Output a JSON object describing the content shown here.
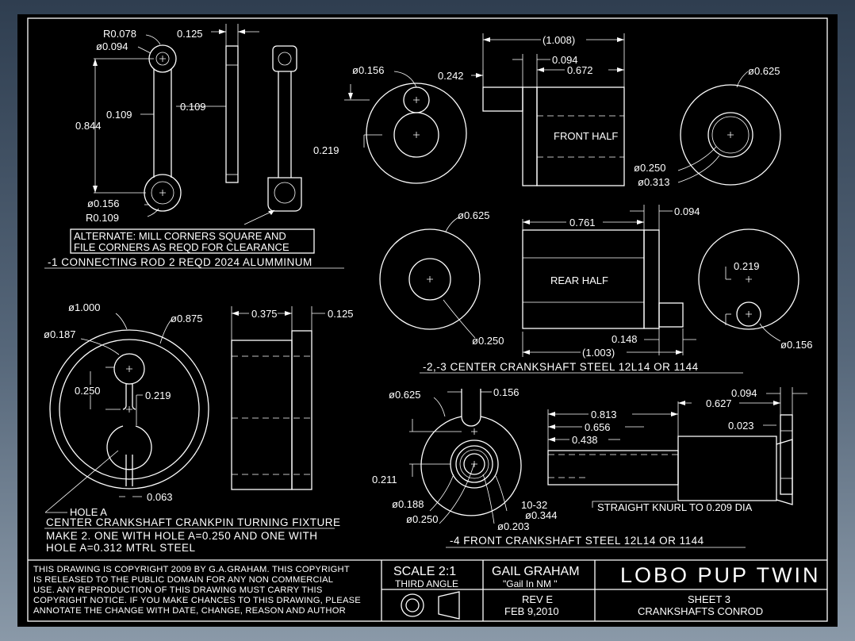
{
  "colors": {
    "background": "#000000",
    "lines": "#ffffff",
    "frame": "#4a5a6b"
  },
  "conrod": {
    "title": "-1 CONNECTING ROD  2 REQD  2024 ALUMMINUM",
    "note1": "ALTERNATE: MILL CORNERS SQUARE AND",
    "note2": "FILE CORNERS AS REQD FOR CLEARANCE",
    "dims": {
      "r_small": "R0.078",
      "d_small": "ø0.094",
      "length": "0.844",
      "web_width": "0.109",
      "web_width2": "0.109",
      "thickness": "0.125",
      "d_big": "ø0.156",
      "r_big": "R0.109"
    }
  },
  "fixture": {
    "title": "CENTER CRANKSHAFT CRANKPIN TURNING FIXTURE",
    "line2": "MAKE 2.  ONE WITH HOLE A=0.250 AND ONE WITH",
    "line3": "HOLE A=0.312      MTRL STEEL",
    "hole_label": "HOLE A",
    "dims": {
      "d_outer": "ø1.000",
      "d_mid": "ø0.875",
      "d_hole": "ø0.187",
      "offset": "0.250",
      "slot": "0.219",
      "gap": "0.063",
      "width": "0.375",
      "flange": "0.125"
    }
  },
  "front_half": {
    "label": "FRONT HALF",
    "dims": {
      "overall": "(1.008)",
      "flange": "0.094",
      "body": "0.672",
      "pin": "0.242",
      "d_pin": "ø0.156",
      "offset": "0.219",
      "d_outer": "ø0.625",
      "d_bore": "ø0.250",
      "d_bore2": "ø0.313"
    }
  },
  "rear_half": {
    "label": "REAR HALF",
    "title": "-2,-3 CENTER CRANKSHAFT  STEEL  12L14 OR 1144",
    "dims": {
      "d_outer": "ø0.625",
      "body": "0.761",
      "flange": "0.094",
      "d_bore": "ø0.250",
      "boss": "0.148",
      "overall": "(1.003)",
      "offset": "0.219",
      "d_pin": "ø0.156"
    }
  },
  "front_crank": {
    "title": "-4 FRONT CRANKSHAFT  STEEL  12L14 OR 1144",
    "knurl": "STRAIGHT KNURL TO 0.209 DIA",
    "dims": {
      "d_outer": "ø0.625",
      "slot": "0.156",
      "offset": "0.211",
      "d1": "ø0.188",
      "d2": "ø0.250",
      "thread": "10-32",
      "d3": "ø0.344",
      "d4": "ø0.203",
      "l1": "0.813",
      "l2": "0.656",
      "l3": "0.438",
      "l4": "0.627",
      "l5": "0.094",
      "l6": "0.023"
    }
  },
  "title_block": {
    "copyright": [
      "THIS DRAWING IS COPYRIGHT 2009 BY G.A.GRAHAM.  THIS COPYRIGHT",
      "IS RELEASED TO THE PUBLIC DOMAIN FOR ANY NON COMMERCIAL",
      "USE.  ANY REPRODUCTION OF THIS DRAWING MUST CARRY THIS",
      "COPYRIGHT NOTICE. IF YOU MAKE CHANCES TO THIS DRAWING, PLEASE",
      "ANNOTATE THE CHANGE WITH DATE, CHANGE, REASON AND AUTHOR"
    ],
    "scale": "SCALE  2:1",
    "projection": "THIRD ANGLE",
    "author": "GAIL  GRAHAM",
    "nickname": "\"Gail In NM \"",
    "rev": "REV E",
    "date": "FEB 9,2010",
    "project": "LOBO  PUP  TWIN",
    "sheet": "SHEET  3",
    "sheet_desc": "CRANKSHAFTS     CONROD"
  }
}
